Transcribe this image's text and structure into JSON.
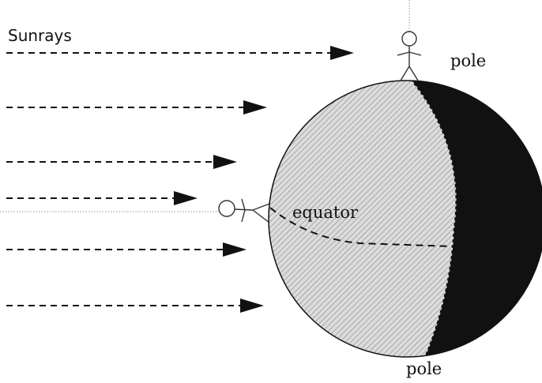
{
  "labels": {
    "sunrays": "Sunrays",
    "pole_top": "pole",
    "pole_bottom": "pole",
    "equator": "equator"
  },
  "colors": {
    "day_side": "#dcdcdc",
    "night_side": "#111111",
    "hatch": "#8c8c8c",
    "ink": "#111111"
  },
  "icons": {
    "observer_pole": "stick-figure-icon",
    "observer_equator": "stick-figure-icon",
    "ray_head": "arrowhead-icon"
  }
}
